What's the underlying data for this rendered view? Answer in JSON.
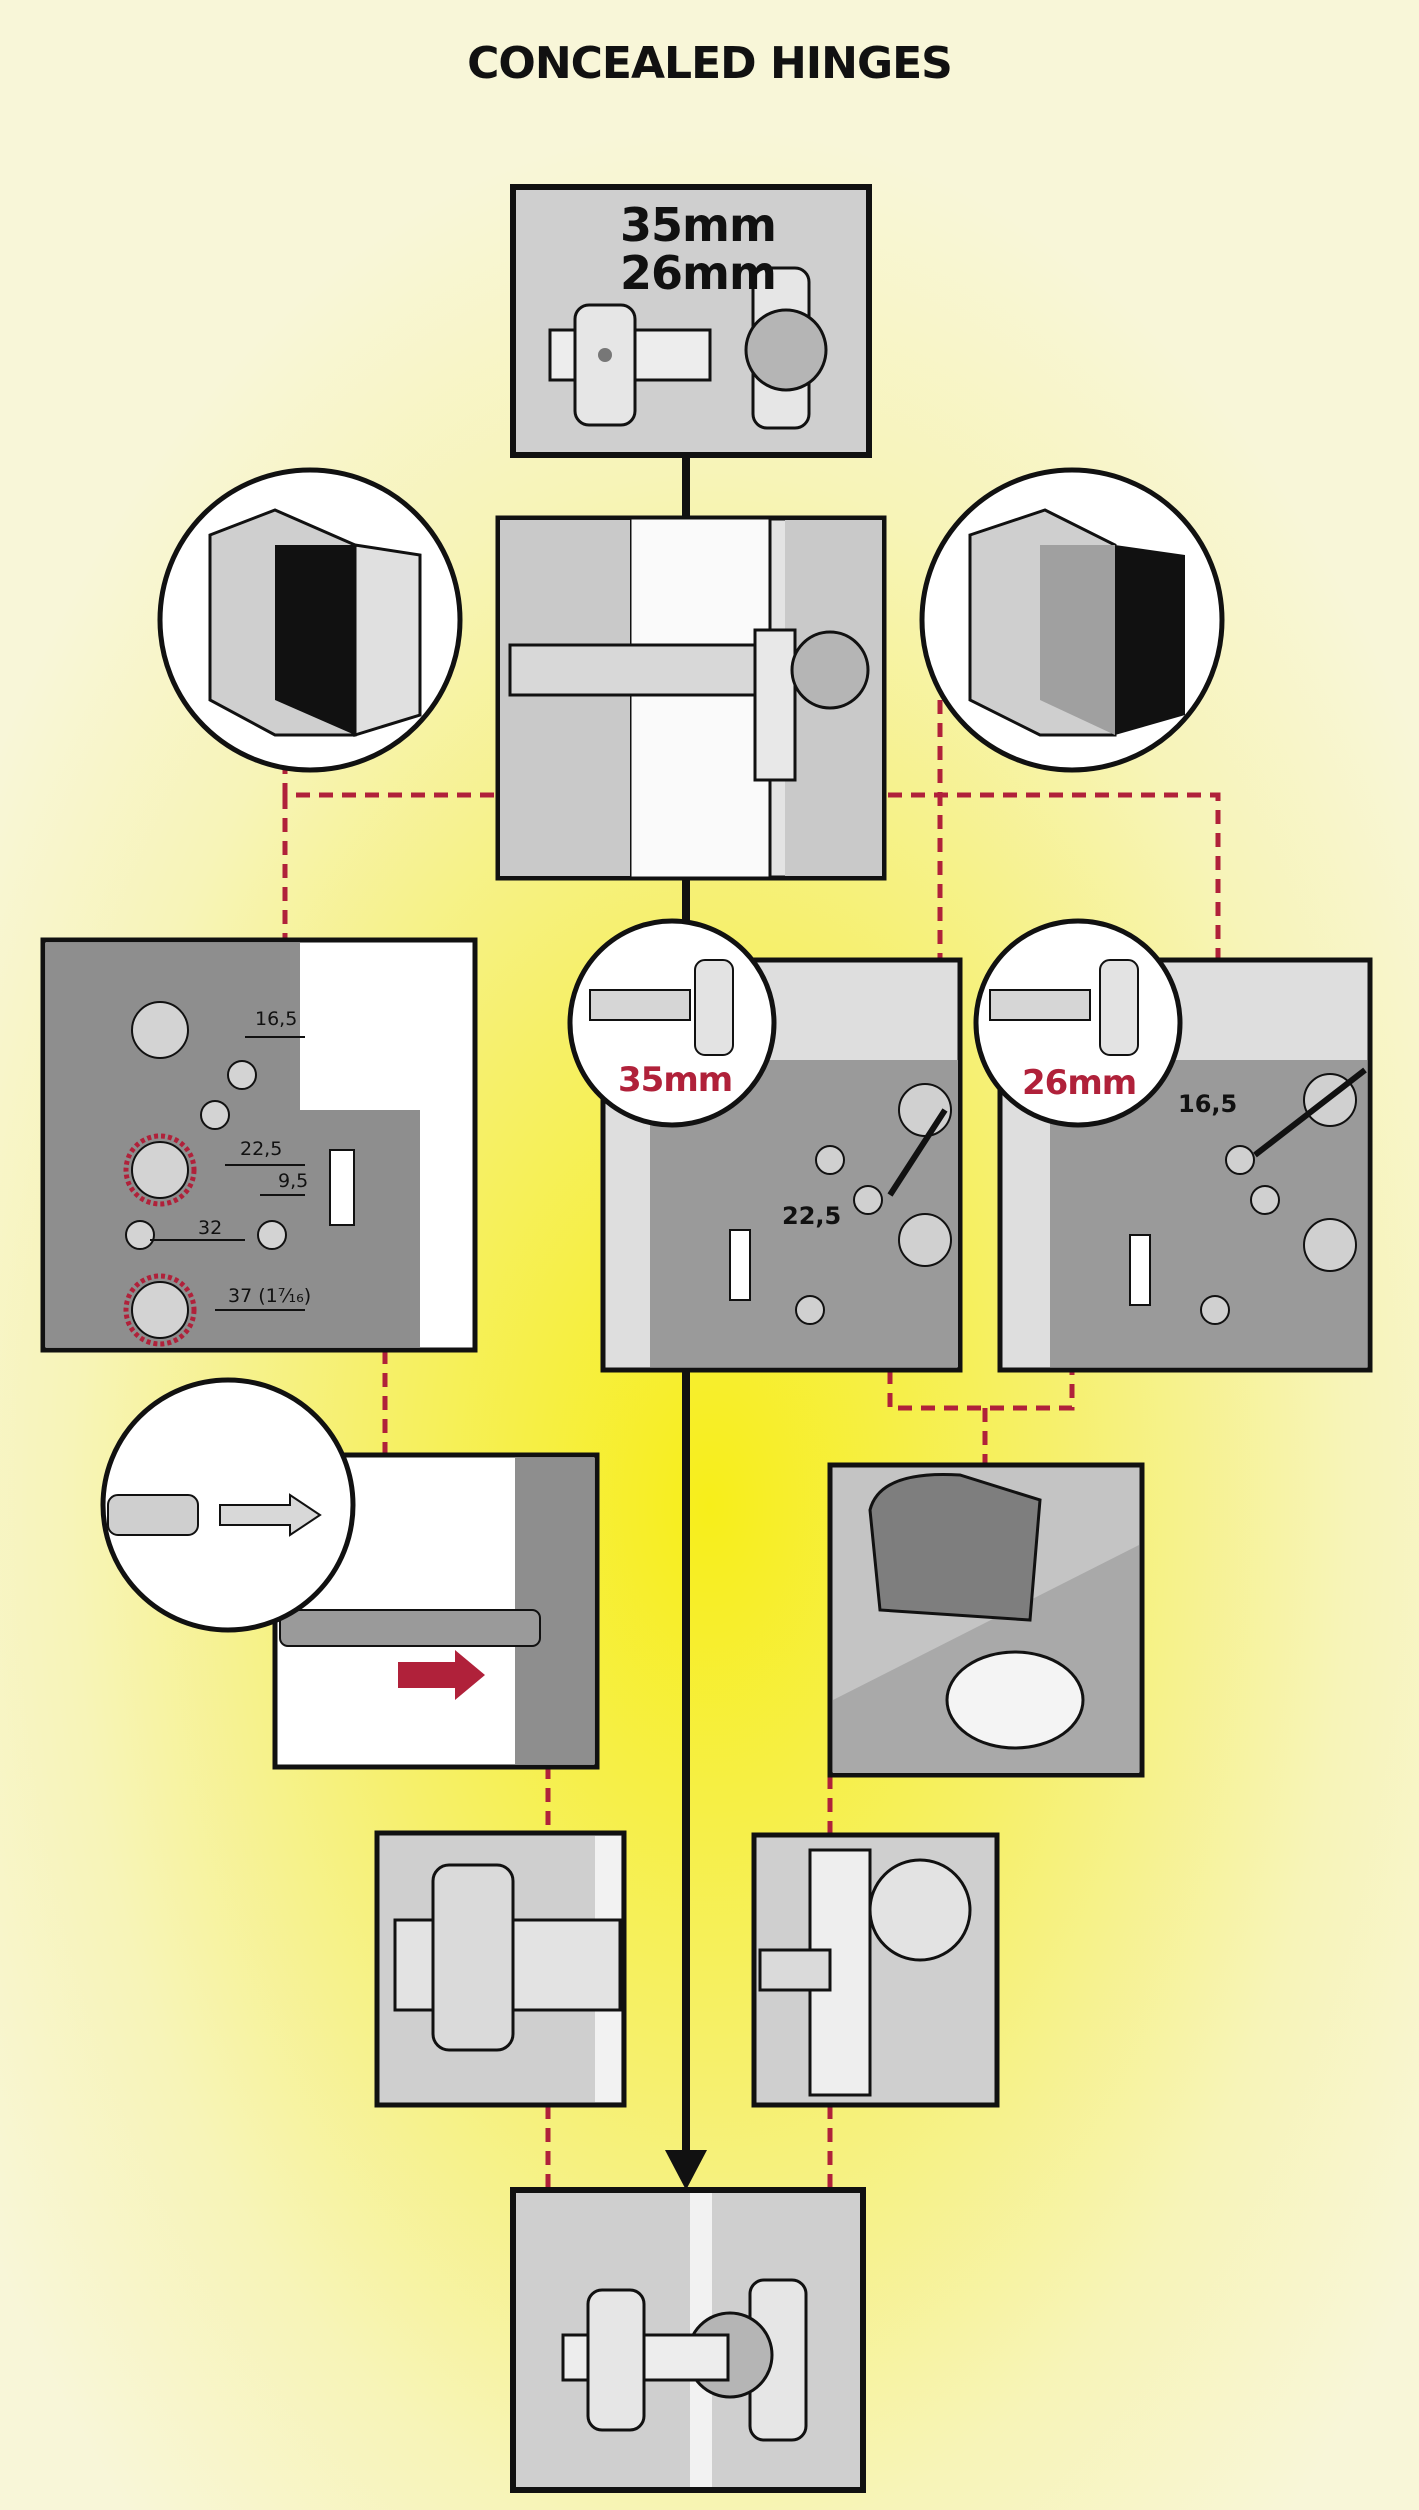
{
  "title": "CONCEALED HINGES",
  "top_sizes": [
    "35mm",
    "26mm"
  ],
  "variant_a": {
    "size": "35mm",
    "dims": [
      "22,5"
    ]
  },
  "variant_b": {
    "size": "26mm",
    "dims": [
      "16,5"
    ]
  },
  "template_dims": [
    "16,5",
    "22,5",
    "9,5",
    "32",
    "37 (1⁷⁄₁₆)"
  ],
  "colors": {
    "accent_red": "#b0213a",
    "panel_gray": "#bdbdbd",
    "dark_gray": "#8e8e8e",
    "line": "#111111",
    "background": "#f7ee1a"
  }
}
